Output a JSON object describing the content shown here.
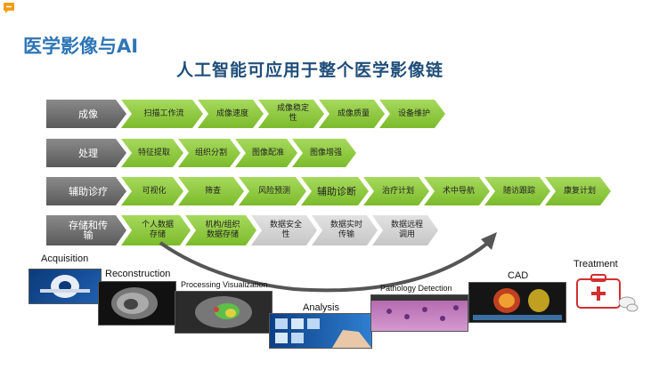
{
  "header": {
    "title": "医学影像与AI",
    "subtitle": "人工智能可应用于整个医学影像链"
  },
  "rows": [
    {
      "label": "成像",
      "steps": [
        "扫描工作流",
        "成像速度",
        "成像稳定\n性",
        "成像质量",
        "设备维护"
      ]
    },
    {
      "label": "处理",
      "steps": [
        "特征提取",
        "组织分割",
        "图像配准",
        "图像增强"
      ]
    },
    {
      "label": "辅助诊疗",
      "steps": [
        "可视化",
        "筛查",
        "风险预测",
        "辅助诊断",
        "治疗计划",
        "术中导航",
        "随访跟踪",
        "康复计划"
      ]
    },
    {
      "label": "存储和传\n输",
      "steps": [
        "个人数据\n存储",
        "机构/组织\n数据存储",
        "数据安全\n性",
        "数据实时\n传输",
        "数据远程\n调用"
      ]
    }
  ],
  "images": {
    "acquisition": "Acquisition",
    "reconstruction": "Reconstruction",
    "processing": "Processing Visualization",
    "analysis": "Analysis",
    "pathology": "Pathology Detection",
    "cad": "CAD",
    "treatment": "Treatment"
  },
  "colors": {
    "title": "#2e75b6",
    "active_step": "#8cc63f",
    "inactive_step": "#d0d0d0",
    "row_label": "#6e6e6e"
  }
}
